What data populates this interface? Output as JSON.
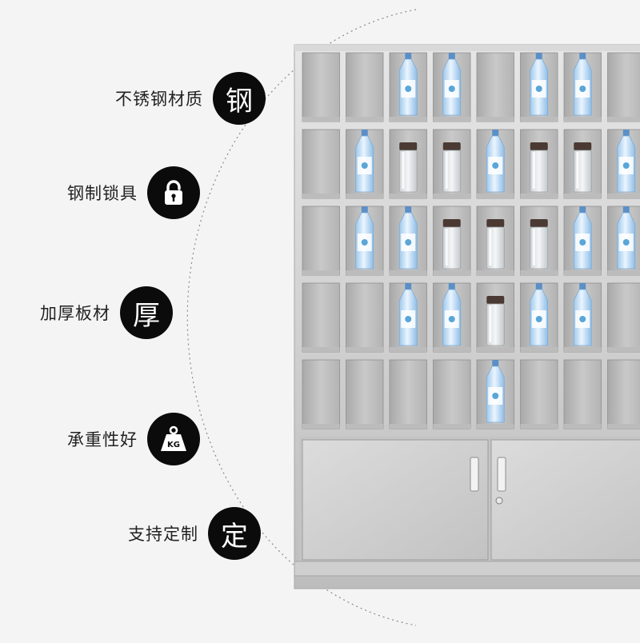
{
  "features": [
    {
      "label": "不锈钢材质",
      "badge_text": "钢",
      "icon": "text-badge"
    },
    {
      "label": "钢制锁具",
      "badge_text": "",
      "icon": "padlock-icon"
    },
    {
      "label": "加厚板材",
      "badge_text": "厚",
      "icon": "text-badge"
    },
    {
      "label": "承重性好",
      "badge_text": "KG",
      "icon": "weight-icon"
    },
    {
      "label": "支持定制",
      "badge_text": "定",
      "icon": "text-badge"
    }
  ],
  "colors": {
    "background": "#f4f4f4",
    "badge": "#0b0b0b",
    "steel_light": "#d4d4d4",
    "steel_dark": "#9a9a9a",
    "arc": "#8a8a8a"
  },
  "cabinet": {
    "rows": 5,
    "cols": 8,
    "items": [
      [
        "empty",
        "empty",
        "water",
        "water",
        "empty",
        "water",
        "water",
        "empty"
      ],
      [
        "empty",
        "water",
        "jar",
        "jar",
        "water",
        "jar",
        "jar",
        "water"
      ],
      [
        "empty",
        "water",
        "water",
        "jar",
        "jar",
        "jar",
        "water",
        "water"
      ],
      [
        "empty",
        "empty",
        "water",
        "water",
        "jar",
        "water",
        "water",
        "empty"
      ],
      [
        "empty",
        "empty",
        "empty",
        "empty",
        "water",
        "empty",
        "empty",
        "empty"
      ]
    ]
  }
}
